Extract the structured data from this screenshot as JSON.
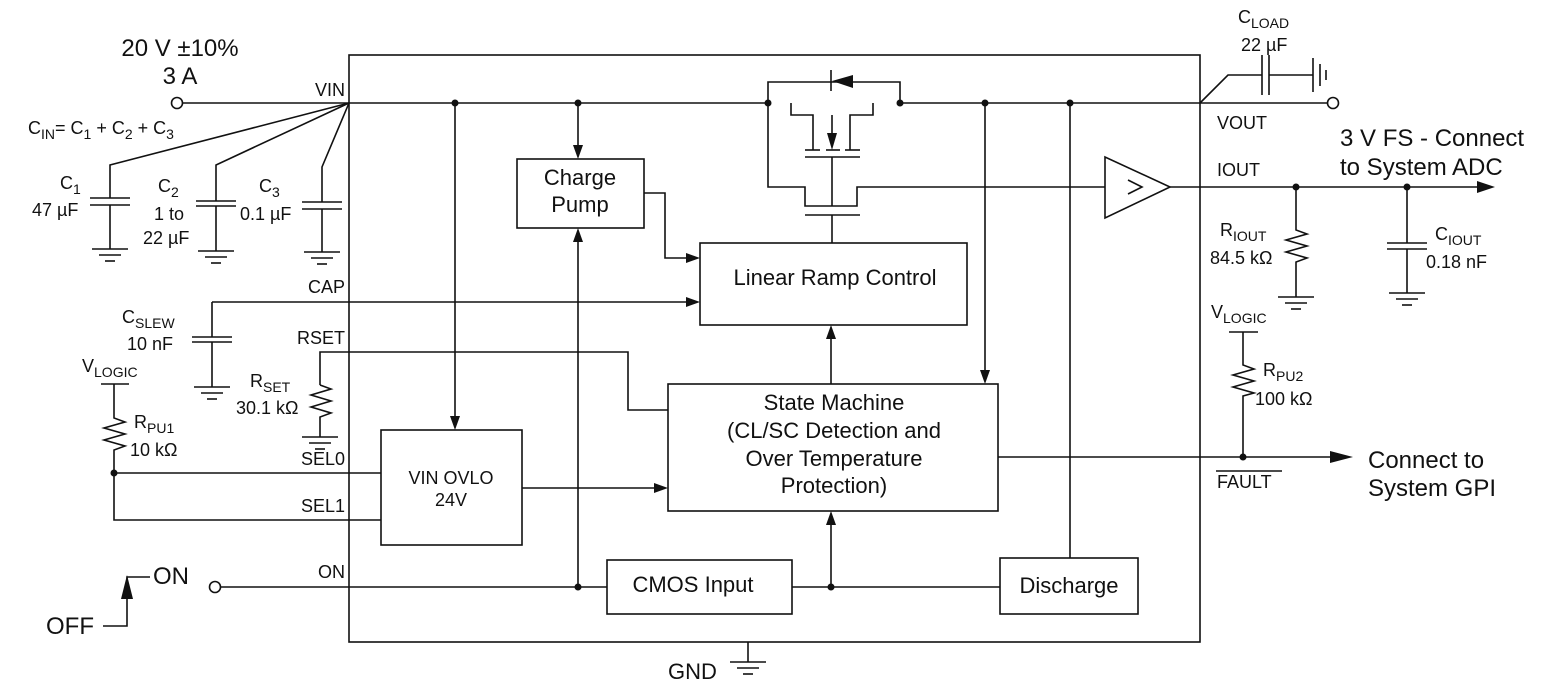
{
  "supply": {
    "voltage": "20 V ±10%",
    "current": "3 A"
  },
  "cin_formula": {
    "c": "C",
    "in": "IN",
    "eq": "= C",
    "s1": "1",
    "p1": " + C",
    "s2": "2",
    "p2": " + C",
    "s3": "3"
  },
  "caps": [
    {
      "name": "C",
      "sub": "1",
      "value": "47 µF"
    },
    {
      "name": "C",
      "sub": "2",
      "value_line1": "1 to",
      "value_line2": "22 µF"
    },
    {
      "name": "C",
      "sub": "3",
      "value": "0.1 µF"
    }
  ],
  "pins": {
    "vin": "VIN",
    "cap": "CAP",
    "rset": "RSET",
    "sel0": "SEL0",
    "sel1": "SEL1",
    "on": "ON",
    "vout": "VOUT",
    "iout": "IOUT",
    "fault": "FAULT",
    "gnd": "GND"
  },
  "cslew": {
    "name": "C",
    "sub": "SLEW",
    "value": "10 nF"
  },
  "rset": {
    "name": "R",
    "sub": "SET",
    "value": "30.1 kΩ"
  },
  "vlogic_left": {
    "name": "V",
    "sub": "LOGIC"
  },
  "rpu1": {
    "name": "R",
    "sub": "PU1",
    "value": "10 kΩ"
  },
  "switch": {
    "on": "ON",
    "off": "OFF"
  },
  "blocks": {
    "charge_pump": [
      "Charge",
      "Pump"
    ],
    "linear_ramp": "Linear Ramp Control",
    "state_machine": [
      "State Machine",
      "(CL/SC Detection and",
      "Over Temperature",
      "Protection)"
    ],
    "vin_ovlo": [
      "VIN OVLO",
      "24V"
    ],
    "cmos_input": "CMOS Input",
    "discharge": "Discharge"
  },
  "cload": {
    "name": "C",
    "sub": "LOAD",
    "value": "22 µF"
  },
  "adc_note": [
    "3 V FS - Connect",
    "to System ADC"
  ],
  "riout": {
    "name": "R",
    "sub": "IOUT",
    "value": "84.5 kΩ"
  },
  "ciout": {
    "name": "C",
    "sub": "IOUT",
    "value": "0.18 nF"
  },
  "vlogic_right": {
    "name": "V",
    "sub": "LOGIC"
  },
  "rpu2": {
    "name": "R",
    "sub": "PU2",
    "value": "100 kΩ"
  },
  "gpi_note": [
    "Connect to",
    "System GPI"
  ]
}
